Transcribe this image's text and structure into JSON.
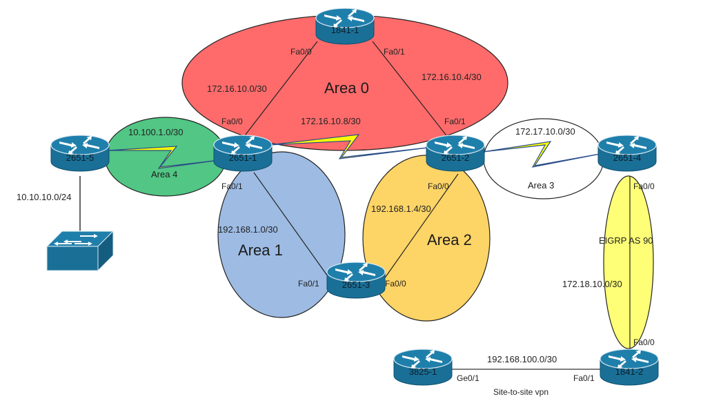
{
  "diagram": {
    "areas": {
      "area0": {
        "label": "Area 0",
        "color": "#ff6b6b"
      },
      "area1": {
        "label": "Area 1",
        "color": "#9dbbe3"
      },
      "area2": {
        "label": "Area 2",
        "color": "#fdd466"
      },
      "area3": {
        "label": "Area 3",
        "color": "#ffffff"
      },
      "area4": {
        "label": "Area 4",
        "color": "#52c684"
      },
      "eigrp": {
        "label": "EIGRP AS 90",
        "color": "#ffff77"
      }
    },
    "devices": {
      "r1841_1": {
        "name": "1841-1",
        "type": "router"
      },
      "r2651_1": {
        "name": "2651-1",
        "type": "router"
      },
      "r2651_2": {
        "name": "2651-2",
        "type": "router"
      },
      "r2651_3": {
        "name": "2651-3",
        "type": "router"
      },
      "r2651_4": {
        "name": "2651-4",
        "type": "router"
      },
      "r2651_5": {
        "name": "2651-5",
        "type": "router"
      },
      "r3825_1": {
        "name": "3825-1",
        "type": "router"
      },
      "r1841_2": {
        "name": "1841-2",
        "type": "router"
      },
      "switch1": {
        "name": "",
        "type": "switch"
      }
    },
    "device_color": "#1a6f96",
    "serial_color": "#ffff00",
    "networks": {
      "n1": "172.16.10.0/30",
      "n2": "172.16.10.4/30",
      "n3": "172.16.10.8/30",
      "n4": "10.100.1.0/30",
      "n5": "172.17.10.0/30",
      "n6": "192.168.1.0/30",
      "n7": "192.168.1.4/30",
      "n8": "172.18.10.0/30",
      "n9": "10.10.10.0/24",
      "n10": "192.168.100.0/30"
    },
    "interfaces": {
      "r1841_1_fa00": "Fa0/0",
      "r1841_1_fa01": "Fa0/1",
      "r2651_1_fa00": "Fa0/0",
      "r2651_1_fa01": "Fa0/1",
      "r2651_2_fa01": "Fa0/1",
      "r2651_2_fa00": "Fa0/0",
      "r2651_3_fa01": "Fa0/1",
      "r2651_3_fa00": "Fa0/0",
      "r2651_4_fa00": "Fa0/0",
      "r1841_2_fa00": "Fa0/0",
      "r1841_2_fa01": "Fa0/1",
      "r3825_1_ge01": "Ge0/1"
    },
    "vpn_label": "Site-to-site vpn"
  }
}
